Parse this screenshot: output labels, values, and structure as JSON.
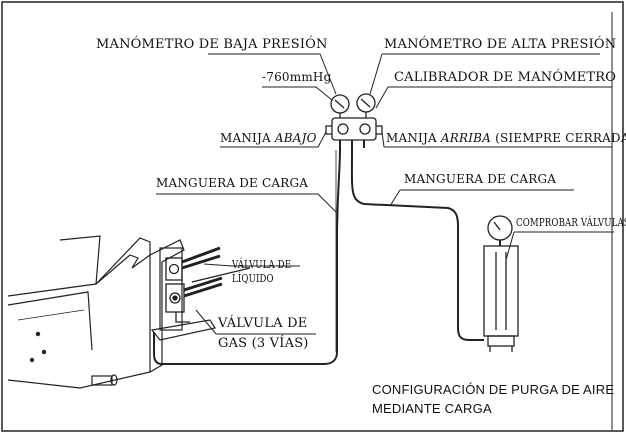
{
  "labels": {
    "low_gauge": "MANÓMETRO DE BAJA PRESIÓN",
    "high_gauge": "MANÓMETRO DE ALTA PRESIÓN",
    "vacuum_reading": "-760mmHg",
    "gauge_calibrator": "CALIBRADOR DE MANÓMETRO",
    "handle_word_left": "MANIJA",
    "handle_down": "ABAJO",
    "handle_word_right": "MANIJA",
    "handle_up": "ARRIBA",
    "handle_up_note": "(SIEMPRE CERRADA)",
    "charge_hose_left": "MANGUERA DE CARGA",
    "charge_hose_right": "MANGUERA DE CARGA",
    "check_valves": "COMPROBAR VÁLVULAS",
    "liquid_valve_line1": "VÁLVULA DE",
    "liquid_valve_line2": "LÍQUIDO",
    "gas_valve_line1": "VÁLVULA DE",
    "gas_valve_line2": "GAS (3 VÍAS)",
    "caption_line1": "CONFIGURACIÓN DE PURGA DE AIRE",
    "caption_line2": "MEDIANTE CARGA"
  }
}
